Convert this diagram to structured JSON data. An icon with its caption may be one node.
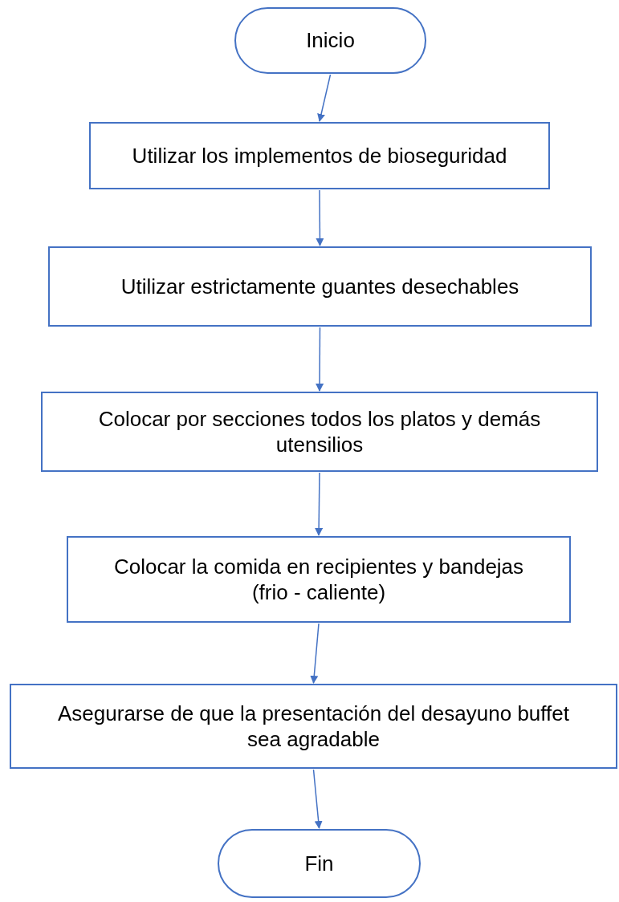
{
  "diagram": {
    "nodes": [
      {
        "text": [
          "Inicio"
        ]
      },
      {
        "text": [
          "Utilizar los implementos de bioseguridad"
        ]
      },
      {
        "text": [
          "Utilizar estrictamente guantes desechables"
        ]
      },
      {
        "text": [
          "Colocar por secciones todos los platos y demás utensilios"
        ]
      },
      {
        "text": [
          "Colocar la comida en recipientes y bandejas (frio - caliente)"
        ]
      },
      {
        "text": [
          "Asegurarse de que la presentación del desayuno buffet sea agradable"
        ]
      },
      {
        "text": [
          "Fin"
        ]
      }
    ],
    "edges": [
      {
        "from": 0,
        "to": 1,
        "arrow": "to"
      },
      {
        "from": 1,
        "to": 2,
        "arrow": "to"
      },
      {
        "from": 2,
        "to": 3,
        "arrow": "to"
      },
      {
        "from": 3,
        "to": 4,
        "arrow": "to"
      },
      {
        "from": 4,
        "to": 5,
        "arrow": "to"
      },
      {
        "from": 5,
        "to": 6,
        "arrow": "to"
      }
    ]
  }
}
